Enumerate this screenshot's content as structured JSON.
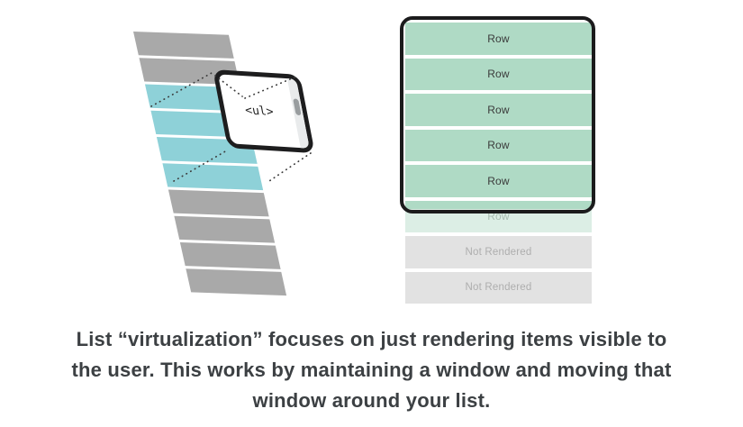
{
  "left_figure": {
    "description": "full list skewed in perspective with a device window over the visible slice",
    "phone_label": "<ul>",
    "bars": [
      {
        "state": "offscreen"
      },
      {
        "state": "offscreen"
      },
      {
        "state": "visible"
      },
      {
        "state": "visible"
      },
      {
        "state": "visible"
      },
      {
        "state": "visible"
      },
      {
        "state": "offscreen"
      },
      {
        "state": "offscreen"
      },
      {
        "state": "offscreen"
      },
      {
        "state": "offscreen"
      }
    ]
  },
  "right_figure": {
    "description": "list column with viewport frame; rows inside are rendered, rows outside are not",
    "rows": [
      {
        "label": "Row",
        "state": "rendered"
      },
      {
        "label": "Row",
        "state": "rendered"
      },
      {
        "label": "Row",
        "state": "rendered"
      },
      {
        "label": "Row",
        "state": "rendered"
      },
      {
        "label": "Row",
        "state": "rendered"
      },
      {
        "label": "Row",
        "state": "partial"
      },
      {
        "label": "Not Rendered",
        "state": "not-rendered"
      },
      {
        "label": "Not Rendered",
        "state": "not-rendered"
      }
    ]
  },
  "caption": {
    "lines": [
      "List “virtualization” focuses on just rendering items visible to",
      "the user. This works by maintaining a window and moving that",
      "window around your list."
    ]
  },
  "colors": {
    "bar_offscreen": "#a9a9a9",
    "bar_visible": "#8ed1d8",
    "row_rendered": "#afdac5",
    "row_partial_bg": "#dceee5",
    "row_not_rendered": "#e2e2e2",
    "frame": "#1b1b1c",
    "caption_text": "#3c4043"
  }
}
